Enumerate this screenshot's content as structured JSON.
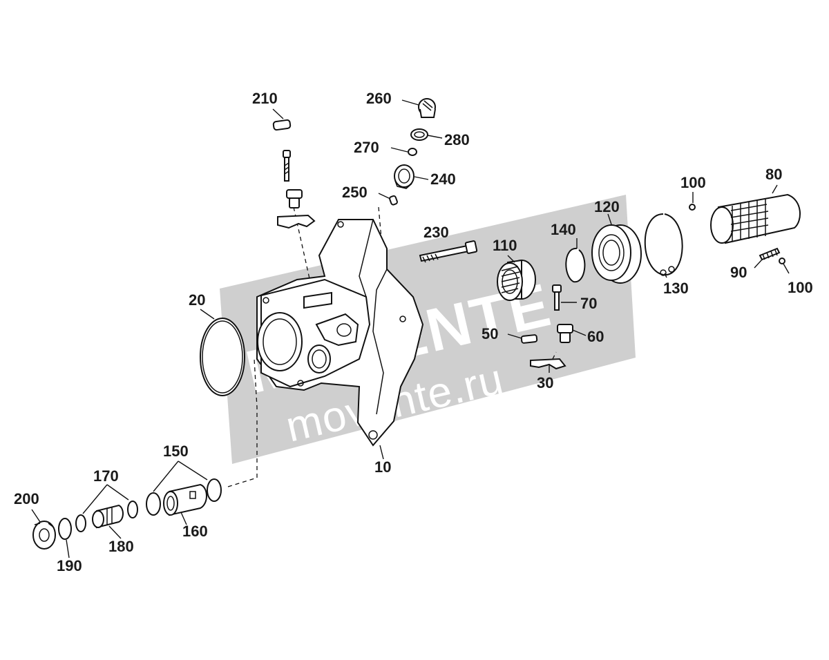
{
  "watermark": {
    "brand": "MOVENTE",
    "site": "movente.ru",
    "color": "#cfcfcf"
  },
  "callouts": [
    {
      "id": "10",
      "text": "10"
    },
    {
      "id": "20",
      "text": "20"
    },
    {
      "id": "30",
      "text": "30"
    },
    {
      "id": "50",
      "text": "50"
    },
    {
      "id": "60",
      "text": "60"
    },
    {
      "id": "70",
      "text": "70"
    },
    {
      "id": "80",
      "text": "80"
    },
    {
      "id": "90",
      "text": "90"
    },
    {
      "id": "100a",
      "text": "100"
    },
    {
      "id": "100b",
      "text": "100"
    },
    {
      "id": "110",
      "text": "110"
    },
    {
      "id": "120",
      "text": "120"
    },
    {
      "id": "130",
      "text": "130"
    },
    {
      "id": "140",
      "text": "140"
    },
    {
      "id": "150",
      "text": "150"
    },
    {
      "id": "160",
      "text": "160"
    },
    {
      "id": "170",
      "text": "170"
    },
    {
      "id": "180",
      "text": "180"
    },
    {
      "id": "190",
      "text": "190"
    },
    {
      "id": "200",
      "text": "200"
    },
    {
      "id": "210",
      "text": "210"
    },
    {
      "id": "230",
      "text": "230"
    },
    {
      "id": "240",
      "text": "240"
    },
    {
      "id": "250",
      "text": "250"
    },
    {
      "id": "260",
      "text": "260"
    },
    {
      "id": "270",
      "text": "270"
    },
    {
      "id": "280",
      "text": "280"
    }
  ]
}
